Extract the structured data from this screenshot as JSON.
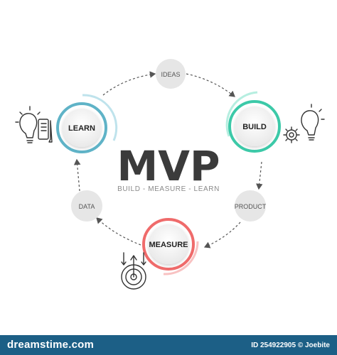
{
  "diagram": {
    "title": "MVP",
    "subtitle": "BUILD - MEASURE - LEARN",
    "stages": [
      {
        "label": "LEARN",
        "color": "#5fb3c7"
      },
      {
        "label": "BUILD",
        "color": "#3cc9a8"
      },
      {
        "label": "MEASURE",
        "color": "#ef6b6b"
      }
    ],
    "connectors": [
      "IDEAS",
      "PRODUCT",
      "DATA"
    ]
  },
  "footer": {
    "brand": "dreamstime.com",
    "credit": "ID 254922905 © Joebite"
  },
  "colors": {
    "footer_bg": "#1c5f86",
    "connector_fill": "#e6e6e6",
    "arrow": "#555555"
  }
}
